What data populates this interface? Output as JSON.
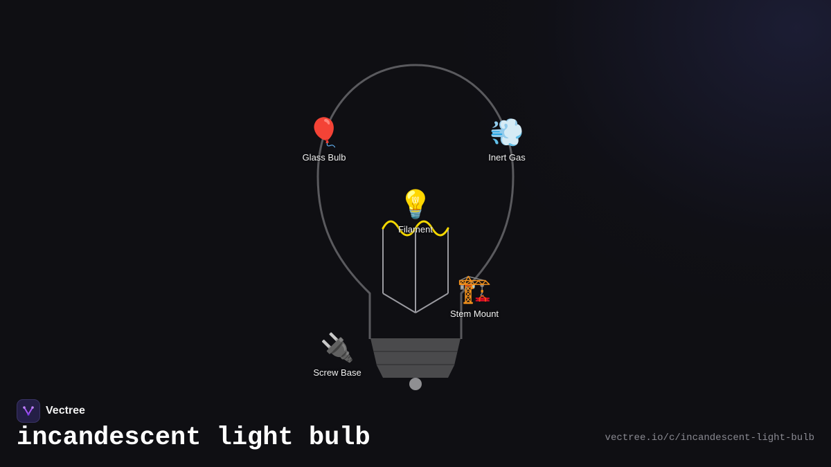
{
  "diagram": {
    "nodes": [
      {
        "id": "glass-bulb",
        "emoji": "🎈",
        "label": "Glass Bulb"
      },
      {
        "id": "inert-gas",
        "emoji": "💨",
        "label": "Inert Gas"
      },
      {
        "id": "filament",
        "emoji": "💡",
        "label": "Filament"
      },
      {
        "id": "stem-mount",
        "emoji": "🏗️",
        "label": "Stem Mount"
      },
      {
        "id": "screw-base",
        "emoji": "🔌",
        "label": "Screw Base"
      }
    ]
  },
  "brand": {
    "name": "Vectree"
  },
  "title": "incandescent light bulb",
  "url": "vectree.io/c/incandescent-light-bulb",
  "colors": {
    "background": "#0f0f13",
    "outline": "#5a5a5e",
    "filament": "#f5d800",
    "base": "#4a4a4c",
    "logo_bg": "#241f46",
    "logo_accent": "#a855f7"
  }
}
